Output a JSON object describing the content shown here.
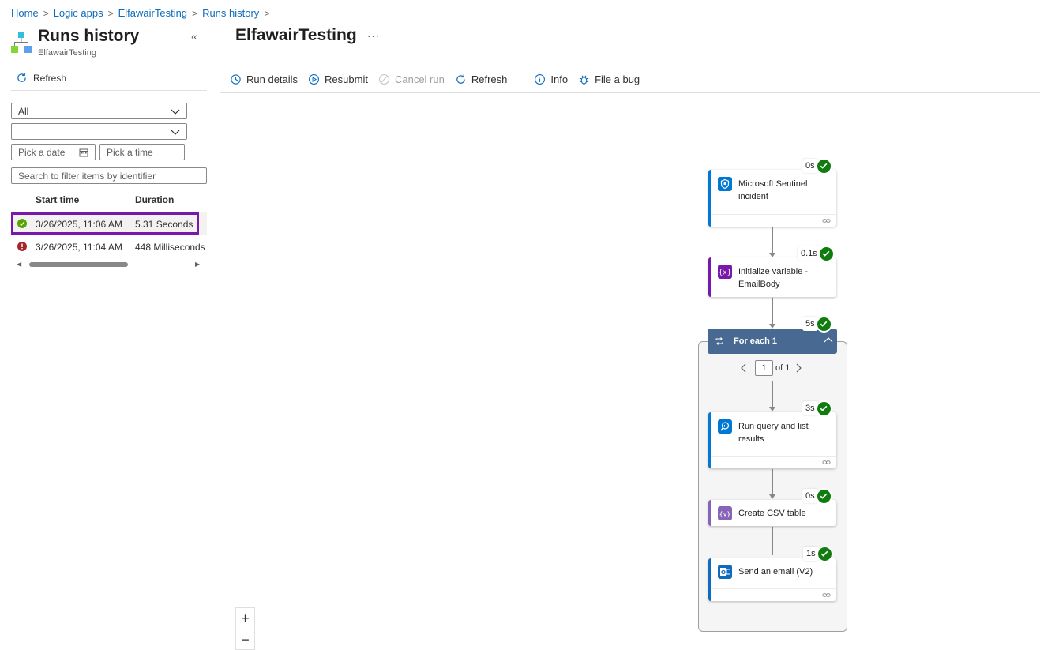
{
  "breadcrumb": [
    "Home",
    "Logic apps",
    "ElfawairTesting",
    "Runs history"
  ],
  "left_panel": {
    "title": "Runs history",
    "subtitle": "ElfawairTesting",
    "refresh_label": "Refresh",
    "status_filter": "All",
    "second_filter": "",
    "date_placeholder": "Pick a date",
    "time_placeholder": "Pick a time",
    "search_placeholder": "Search to filter items by identifier",
    "columns": [
      "Start time",
      "Duration"
    ],
    "runs": [
      {
        "status": "succeeded",
        "start_time": "3/26/2025, 11:06 AM",
        "duration": "5.31 Seconds",
        "selected": true
      },
      {
        "status": "failed",
        "start_time": "3/26/2025, 11:04 AM",
        "duration": "448 Milliseconds",
        "selected": false
      }
    ]
  },
  "main": {
    "title": "ElfawairTesting",
    "more": "···",
    "toolbar": {
      "run_details": "Run details",
      "resubmit": "Resubmit",
      "cancel_run": "Cancel run",
      "refresh": "Refresh",
      "info": "Info",
      "file_bug": "File a bug"
    }
  },
  "workflow": {
    "trigger": {
      "label": "Microsoft Sentinel incident",
      "duration": "0s",
      "status": "succeeded"
    },
    "init_var": {
      "label": "Initialize variable - EmailBody",
      "duration": "0.1s",
      "status": "succeeded"
    },
    "foreach": {
      "label": "For each 1",
      "duration": "5s",
      "status": "succeeded",
      "page": "1",
      "of_label": "of 1"
    },
    "run_query": {
      "label": "Run query and list results",
      "duration": "3s",
      "status": "succeeded"
    },
    "csv_table": {
      "label": "Create CSV table",
      "duration": "0s",
      "status": "succeeded"
    },
    "send_email": {
      "label": "Send an email (V2)",
      "duration": "1s",
      "status": "succeeded"
    }
  },
  "zoom": {
    "in": "+",
    "out": "−"
  },
  "colors": {
    "link": "#0f6cbd",
    "success": "#107c10",
    "failure": "#a4262c",
    "selection_outline": "#7719aa",
    "foreach_header": "#486991",
    "sentinel_accent": "#0078d4",
    "variable_accent": "#7719aa",
    "csv_accent": "#8764b8",
    "outlook_accent": "#0f6cbd"
  },
  "icons": {
    "app": "logic-app-icon",
    "refresh": "refresh-icon",
    "calendar": "calendar-icon",
    "success": "checkmark-circle-icon",
    "error": "error-circle-icon",
    "run_details": "history-icon",
    "resubmit": "play-circle-icon",
    "cancel": "cancel-icon",
    "info": "info-icon",
    "bug": "bug-icon",
    "link": "link-icon",
    "loop": "loop-icon"
  }
}
